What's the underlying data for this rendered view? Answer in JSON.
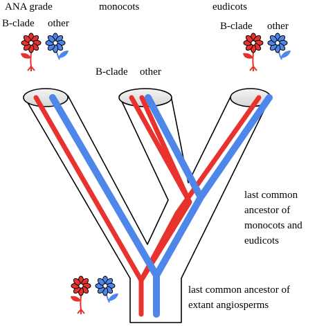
{
  "groups": {
    "ana": "ANA grade",
    "monocots": "monocots",
    "eudicots": "eudicots"
  },
  "subgroups": {
    "ana_bclade": "B-clade",
    "ana_other": "other",
    "mono_bclade": "B-clade",
    "mono_other": "other",
    "eudi_bclade": "B-clade",
    "eudi_other": "other"
  },
  "annotations": {
    "lca_mono_eudi": [
      "last common",
      "ancestor of",
      "monocots and",
      "eudicots"
    ],
    "lca_angio": [
      "last common ancestor of",
      "extant angiosperms"
    ]
  },
  "colors": {
    "bclade": "#e8322d",
    "other": "#4f86ea",
    "tube_outline": "#000000"
  },
  "icons": [
    "red-flower-icon",
    "blue-flower-icon"
  ]
}
